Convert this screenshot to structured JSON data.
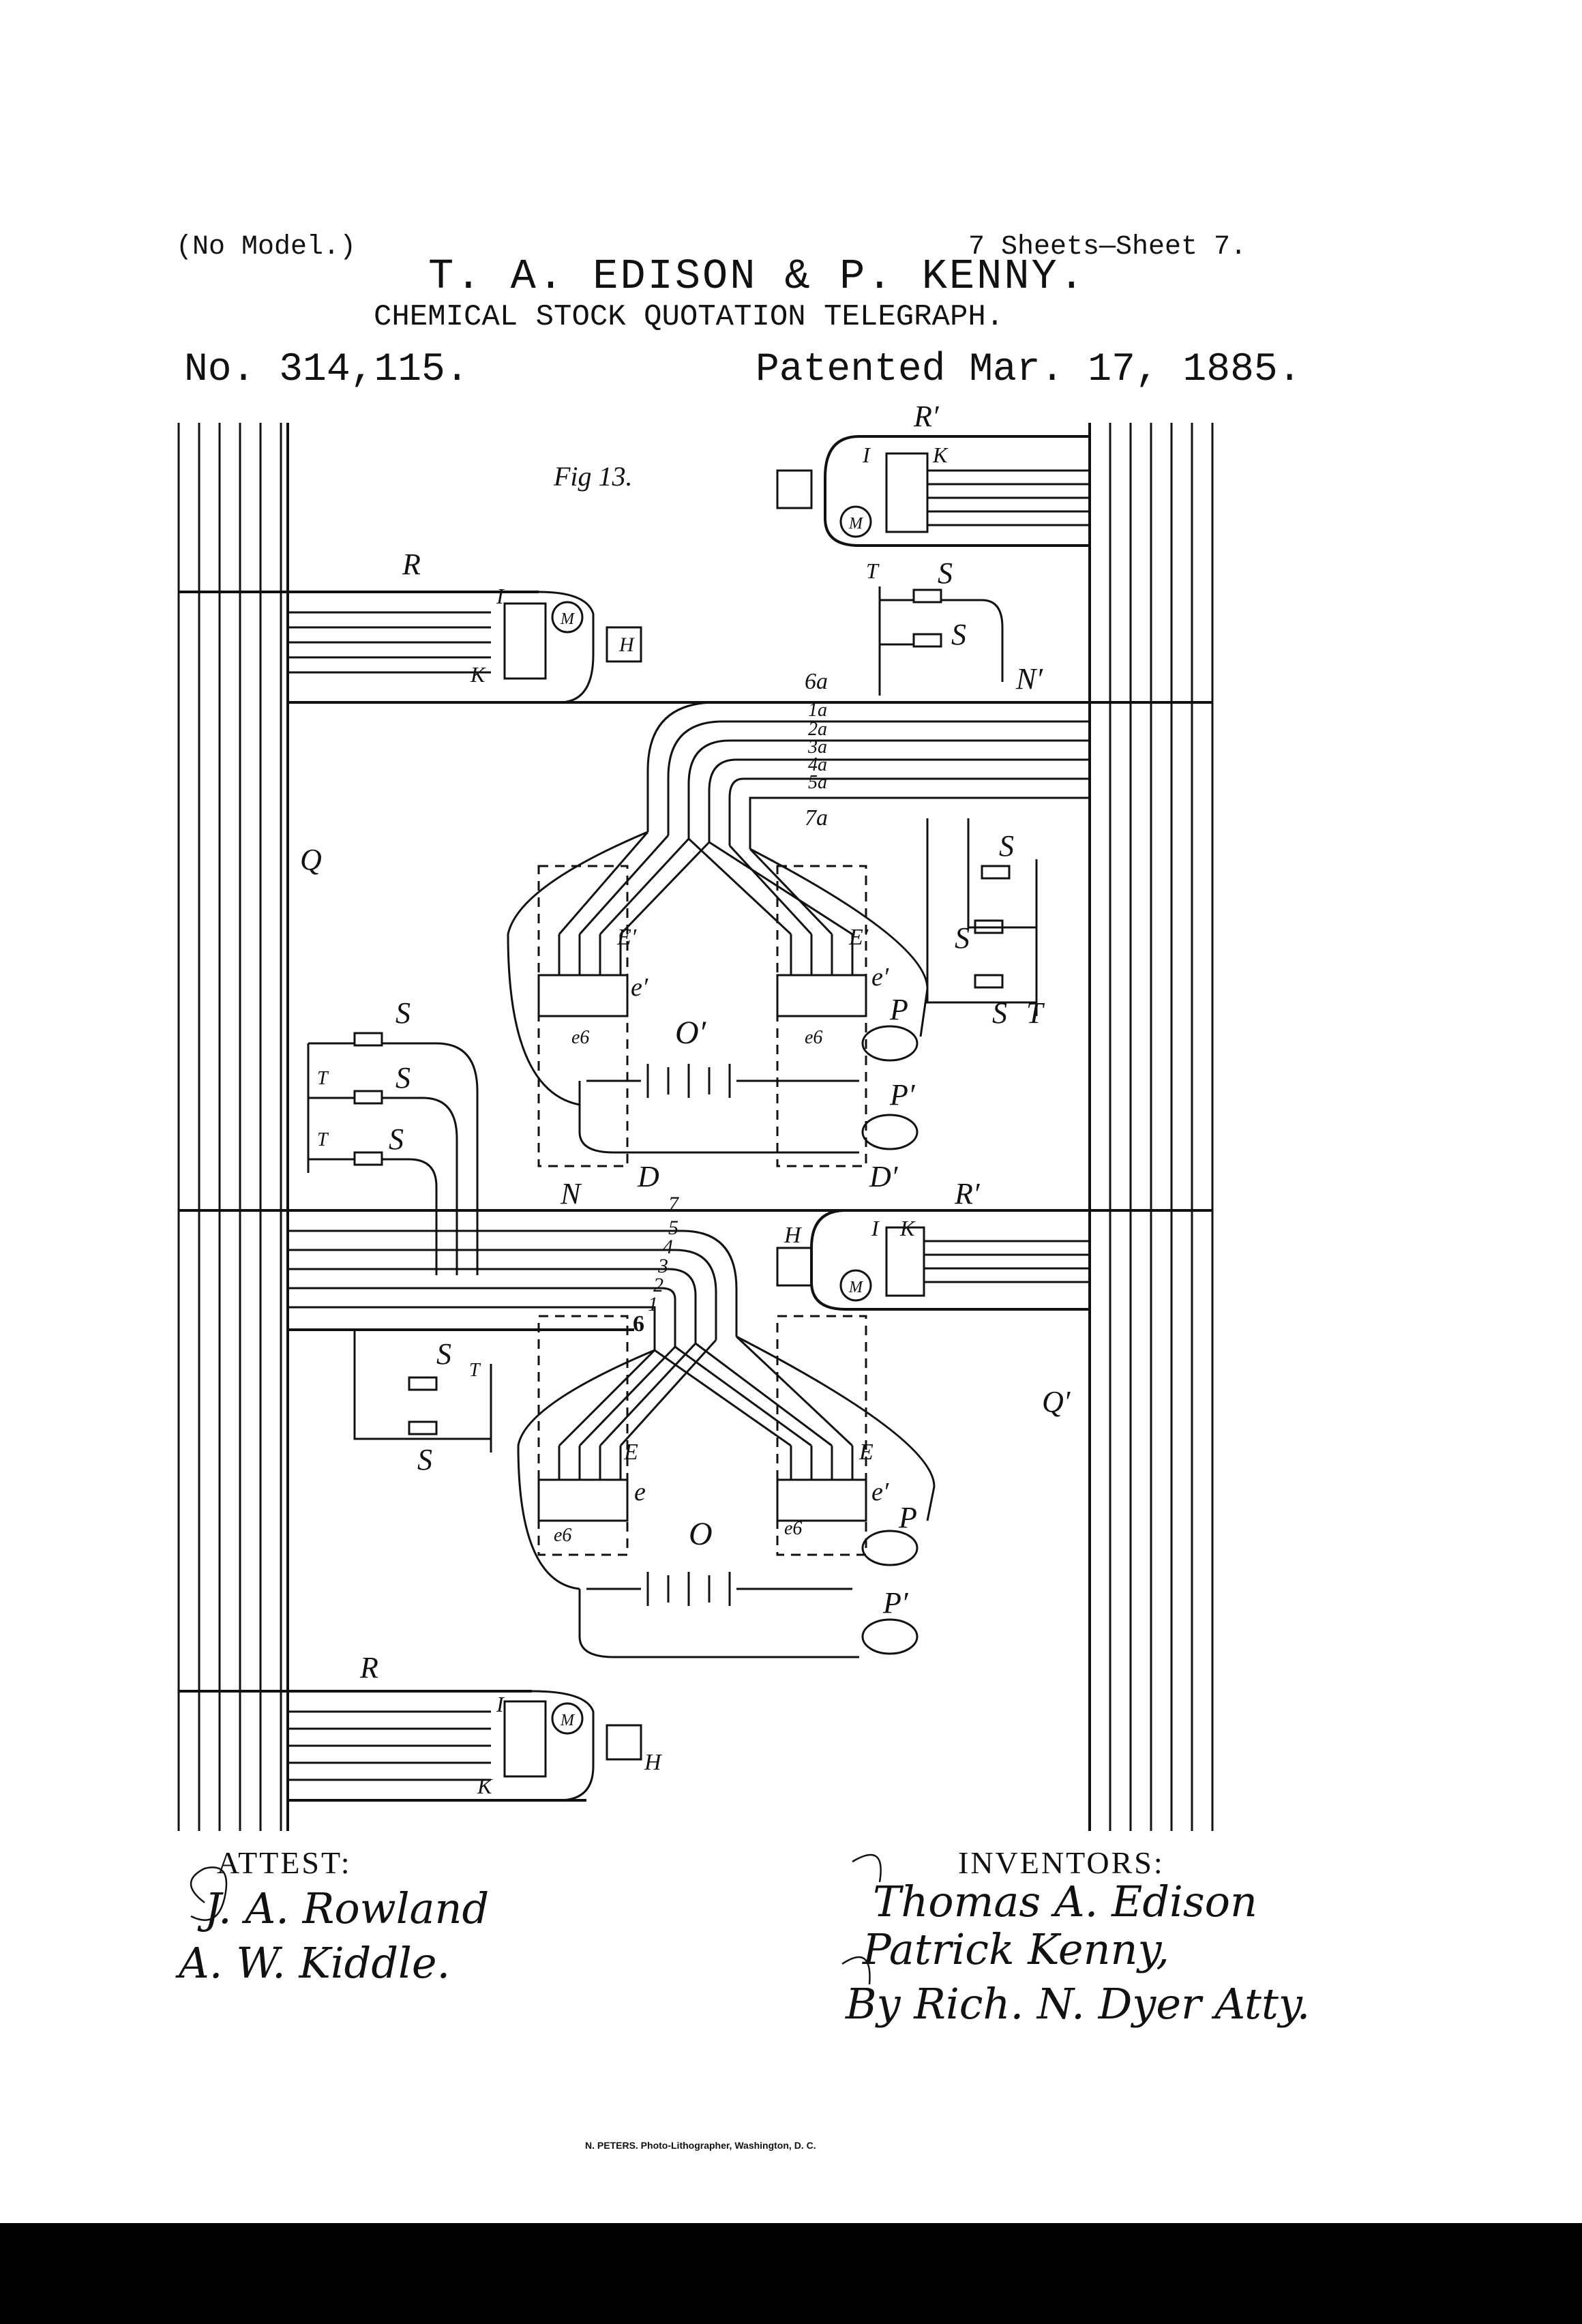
{
  "header": {
    "no_model": "(No Model.)",
    "sheets": "7 Sheets—Sheet 7.",
    "inventors_title": "T. A. EDISON & P. KENNY.",
    "subtitle": "CHEMICAL STOCK QUOTATION TELEGRAPH.",
    "patent_number": "No. 314,115.",
    "patent_date": "Patented Mar. 17, 1885."
  },
  "figure": {
    "fig_label": "Fig 13.",
    "labels": {
      "R": "R",
      "R_prime": "R′",
      "I": "I",
      "K": "K",
      "M": "M",
      "H": "H",
      "T": "T",
      "S": "S",
      "N": "N",
      "N_prime": "N′",
      "Q": "Q",
      "Q_prime": "Q′",
      "D": "D",
      "D_prime": "D′",
      "E": "E",
      "E_prime": "E′",
      "e": "e",
      "e_prime": "e′",
      "e6": "e6",
      "O": "O",
      "O_prime": "O′",
      "P": "P",
      "P_prime": "P′",
      "n1": "1",
      "n2": "2",
      "n3": "3",
      "n4": "4",
      "n5": "5",
      "n6": "6",
      "n7": "7",
      "n1a": "1a",
      "n2a": "2a",
      "n3a": "3a",
      "n4a": "4a",
      "n5a": "5a",
      "n6a": "6a",
      "n7a": "7a"
    }
  },
  "footer": {
    "attest": "ATTEST:",
    "inventors": "INVENTORS:",
    "witness_1": "J. A. Rowland",
    "witness_2": "A. W. Kiddle.",
    "signature_1": "Thomas A. Edison",
    "signature_2": "Patrick Kenny,",
    "signature_3": "By Rich. N. Dyer Atty.",
    "printer": "N. PETERS. Photo-Lithographer, Washington, D. C."
  }
}
